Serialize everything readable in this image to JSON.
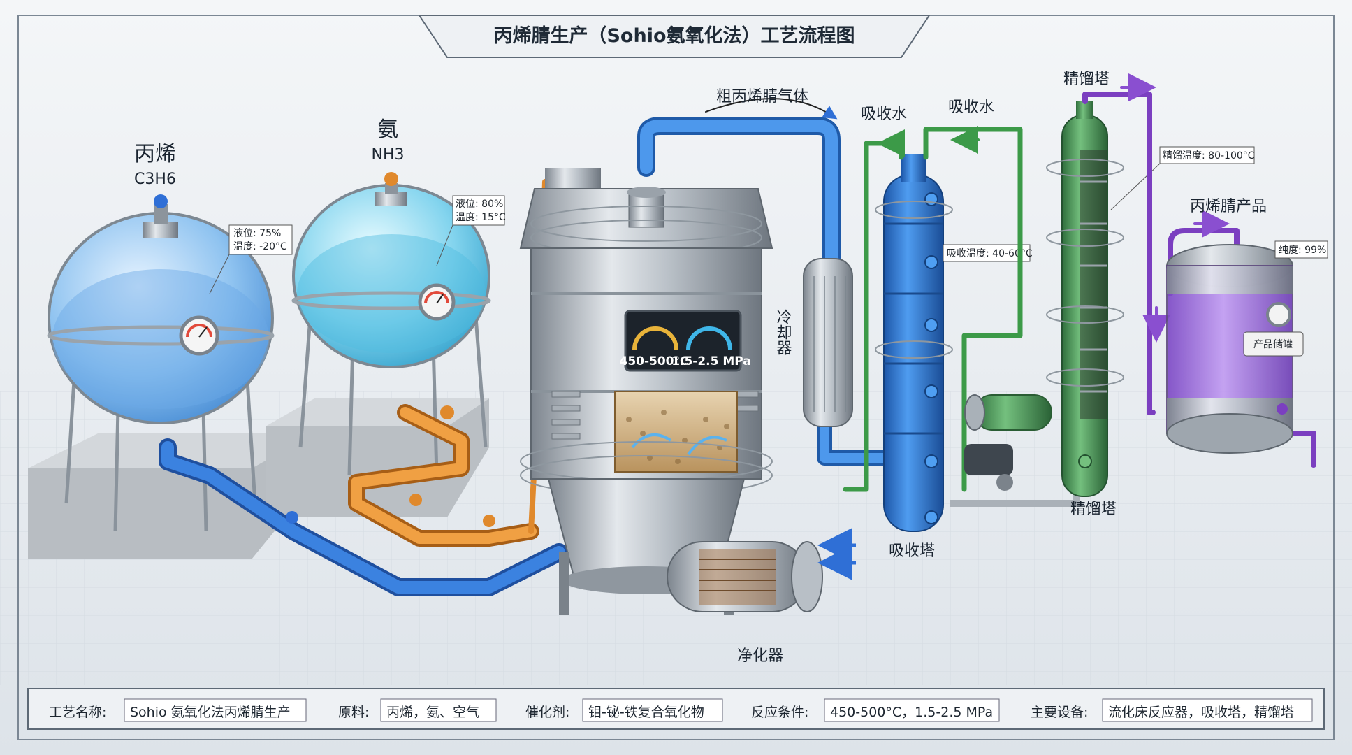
{
  "title": "丙烯腈生产（Sohio氨氧化法）工艺流程图",
  "labels": {
    "propylene_name": "丙烯",
    "propylene_formula": "C3H6",
    "ammonia_name": "氨",
    "ammonia_formula": "NH3",
    "crude_gas": "粗丙烯腈气体",
    "absorb_water_1": "吸收水",
    "absorb_water_2": "吸收水",
    "distill_tower": "精馏塔",
    "product": "丙烯腈产品",
    "cooler": "冷却器",
    "absorber_base": "吸收塔",
    "distill_base": "精馏塔",
    "purifier": "净化器",
    "product_tank": "产品储罐"
  },
  "callouts": {
    "propylene_level": "液位: 75%",
    "propylene_temp": "温度: -20°C",
    "ammonia_level": "液位: 80%",
    "ammonia_temp": "温度: 15°C",
    "absorber_temp": "吸收温度: 40-60°C",
    "distill_temp": "精馏温度: 80-100°C",
    "product_purity": "纯度: 99%"
  },
  "reactor_display": {
    "temp": "450-500°C",
    "pressure": "1.5-2.5 MPa"
  },
  "footer": [
    {
      "label": "工艺名称:",
      "value": "Sohio 氨氧化法丙烯腈生产"
    },
    {
      "label": "原料:",
      "value": "丙烯，氨、空气"
    },
    {
      "label": "催化剂:",
      "value": "钼-铋-铁复合氧化物"
    },
    {
      "label": "反应条件:",
      "value": "450-500°C，1.5-2.5 MPa"
    },
    {
      "label": "主要设备:",
      "value": "流化床反应器，吸收塔，精馏塔"
    }
  ],
  "colors": {
    "propylene_pipe": "#2f6fd6",
    "ammonia_pipe": "#e0892c",
    "gas_pipe": "#3f86d8",
    "water_pipe": "#56b85c",
    "product_pipe": "#9a5fd0",
    "absorber": "#2e78d2",
    "distill": "#4fa05a",
    "product_liquid": "#9a66e0"
  }
}
